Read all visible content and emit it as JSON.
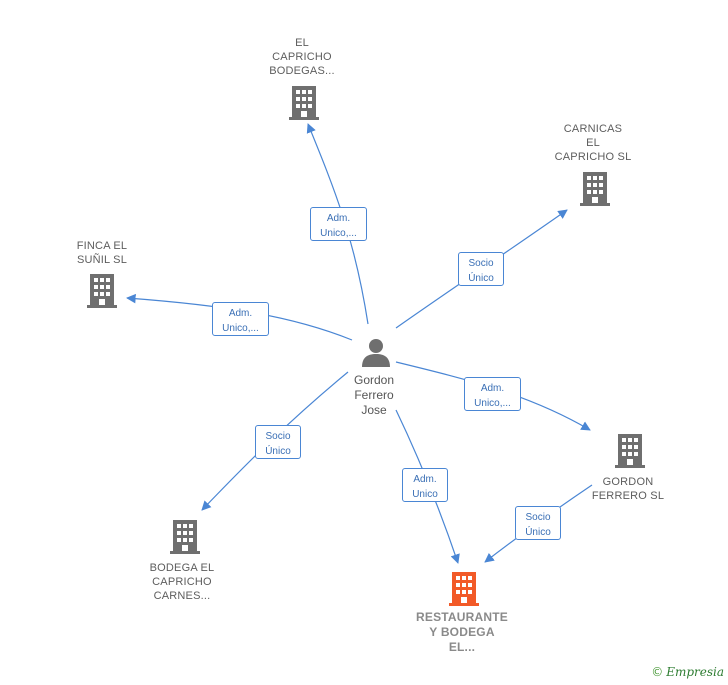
{
  "colors": {
    "edge": "#4a86d4",
    "building": "#6f6f6f",
    "building_main": "#f25a28",
    "person": "#6f6f6f"
  },
  "nodes": {
    "el_capricho": "EL\nCAPRICHO\nBODEGAS...",
    "carnicas": "CARNICAS\nEL\nCAPRICHO  SL",
    "finca": "FINCA EL\nSUÑIL  SL",
    "person": "Gordon\nFerrero\nJose",
    "gordon_sl": "GORDON\nFERRERO  SL",
    "bodega_carnes": "BODEGA EL\nCAPRICHO\nCARNES...",
    "restaurante": "RESTAURANTE\nY BODEGA\nEL..."
  },
  "edges": {
    "to_el_capricho": "Adm.\nUnico,...",
    "to_carnicas": "Socio\nÚnico",
    "to_finca": "Adm.\nUnico,...",
    "to_gordon_sl": "Adm.\nUnico,...",
    "to_bodega": "Socio\nÚnico",
    "to_restaurante": "Adm.\nUnico",
    "gordon_to_restaurante": "Socio\nÚnico"
  },
  "footer": {
    "copyright": "©",
    "brand": "Empresia"
  }
}
